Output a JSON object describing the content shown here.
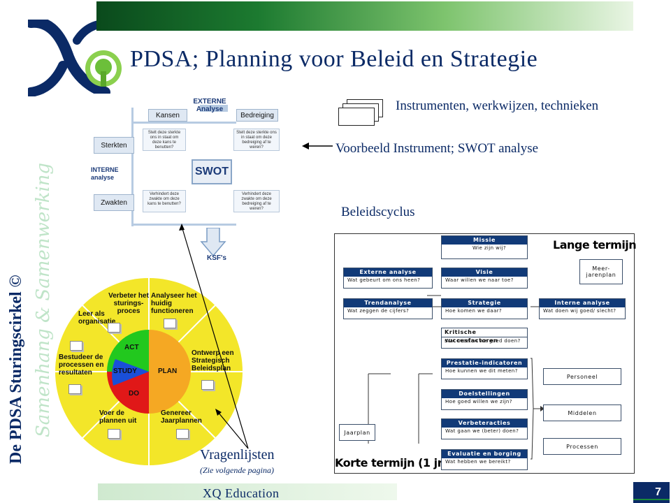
{
  "sidebar": {
    "bold_text": "De PDSA Sturingscirkel ©",
    "script_text": "Samenhang & Samenwerking"
  },
  "header": {
    "title": "PDSA; Planning voor Beleid en Strategie"
  },
  "labels": {
    "instruments": "Instrumenten, werkwijzen, technieken",
    "swot_example": "Voorbeeld Instrument; SWOT analyse",
    "policy_cycle": "Beleidscyclus",
    "questionnaires": "Vragenlijsten",
    "see_next": "(Zie volgende pagina)"
  },
  "swot": {
    "extern_title": "EXTERNE Analyse",
    "kansen": "Kansen",
    "bedreiging": "Bedreiging",
    "sterkten": "Sterkten",
    "intern_title": "INTERNE analyse",
    "zwakten": "Zwakten",
    "center": "SWOT",
    "ksf": "KSF's",
    "box_sk": "Stelt deze sterkte ons in staat om deze kans te benutten?",
    "box_sb": "Stelt deze sterkte ons in staat om deze bedreiging af te weren?",
    "box_zk": "Verhindert deze zwakte om deze kans te benutten?",
    "box_zb": "Verhindert deze zwakte om deze bedreiging af te weren?"
  },
  "wheel": {
    "act": "ACT",
    "study": "STUDY",
    "plan": "PLAN",
    "do": "DO",
    "verbeter": "Verbeter het sturings-proces",
    "analyseer": "Analyseer het huidig functioneren",
    "leer": "Leer als organisatie",
    "bestudeer": "Bestudeer de processen en resultaten",
    "ontwerp": "Ontwerp een Strategisch Beleidsplan",
    "voer": "Voer de plannen uit",
    "genereer": "Genereer Jaarplannen",
    "colors": {
      "act": "#22c81e",
      "study": "#1a4fd8",
      "plan": "#f5a823",
      "do": "#e01818",
      "ring": "#f3e629"
    }
  },
  "cycle": {
    "missie": "Missie",
    "missie_q": "Wie zijn wij?",
    "lange_termijn": "Lange termijn",
    "externe_analyse": "Externe analyse",
    "externe_q": "Wat gebeurt om ons heen?",
    "visie": "Visie",
    "visie_q": "Waar willen we naar toe?",
    "meerjarenplan": "Meer-jarenplan",
    "trendanalyse": "Trendanalyse",
    "trend_q": "Wat zeggen de cijfers?",
    "strategie": "Strategie",
    "strategie_q": "Hoe komen we daar?",
    "interne_analyse": "Interne analyse",
    "interne_q": "Wat doen wij goed/ slecht?",
    "ksf": "Kritische succesfactoren",
    "ksf_q": "Wat moeten we goed doen?",
    "prestatie": "Prestatie-indicatoren",
    "prestatie_q": "Hoe kunnen we dit meten?",
    "personeel": "Personeel",
    "doelstellingen": "Doelstellingen",
    "doel_q": "Hoe goed willen we zijn?",
    "middelen": "Middelen",
    "jaarplan": "Jaarplan",
    "verbeteracties": "Verbeteracties",
    "verbeter_q": "Wat gaan we (beter) doen?",
    "processen": "Processen",
    "korte_termijn": "Korte termijn (1 jr)",
    "evaluatie": "Evaluatie en borging",
    "evaluatie_q": "Wat hebben we bereikt?"
  },
  "footer": {
    "label": "XQ Education",
    "page_number": "7"
  }
}
